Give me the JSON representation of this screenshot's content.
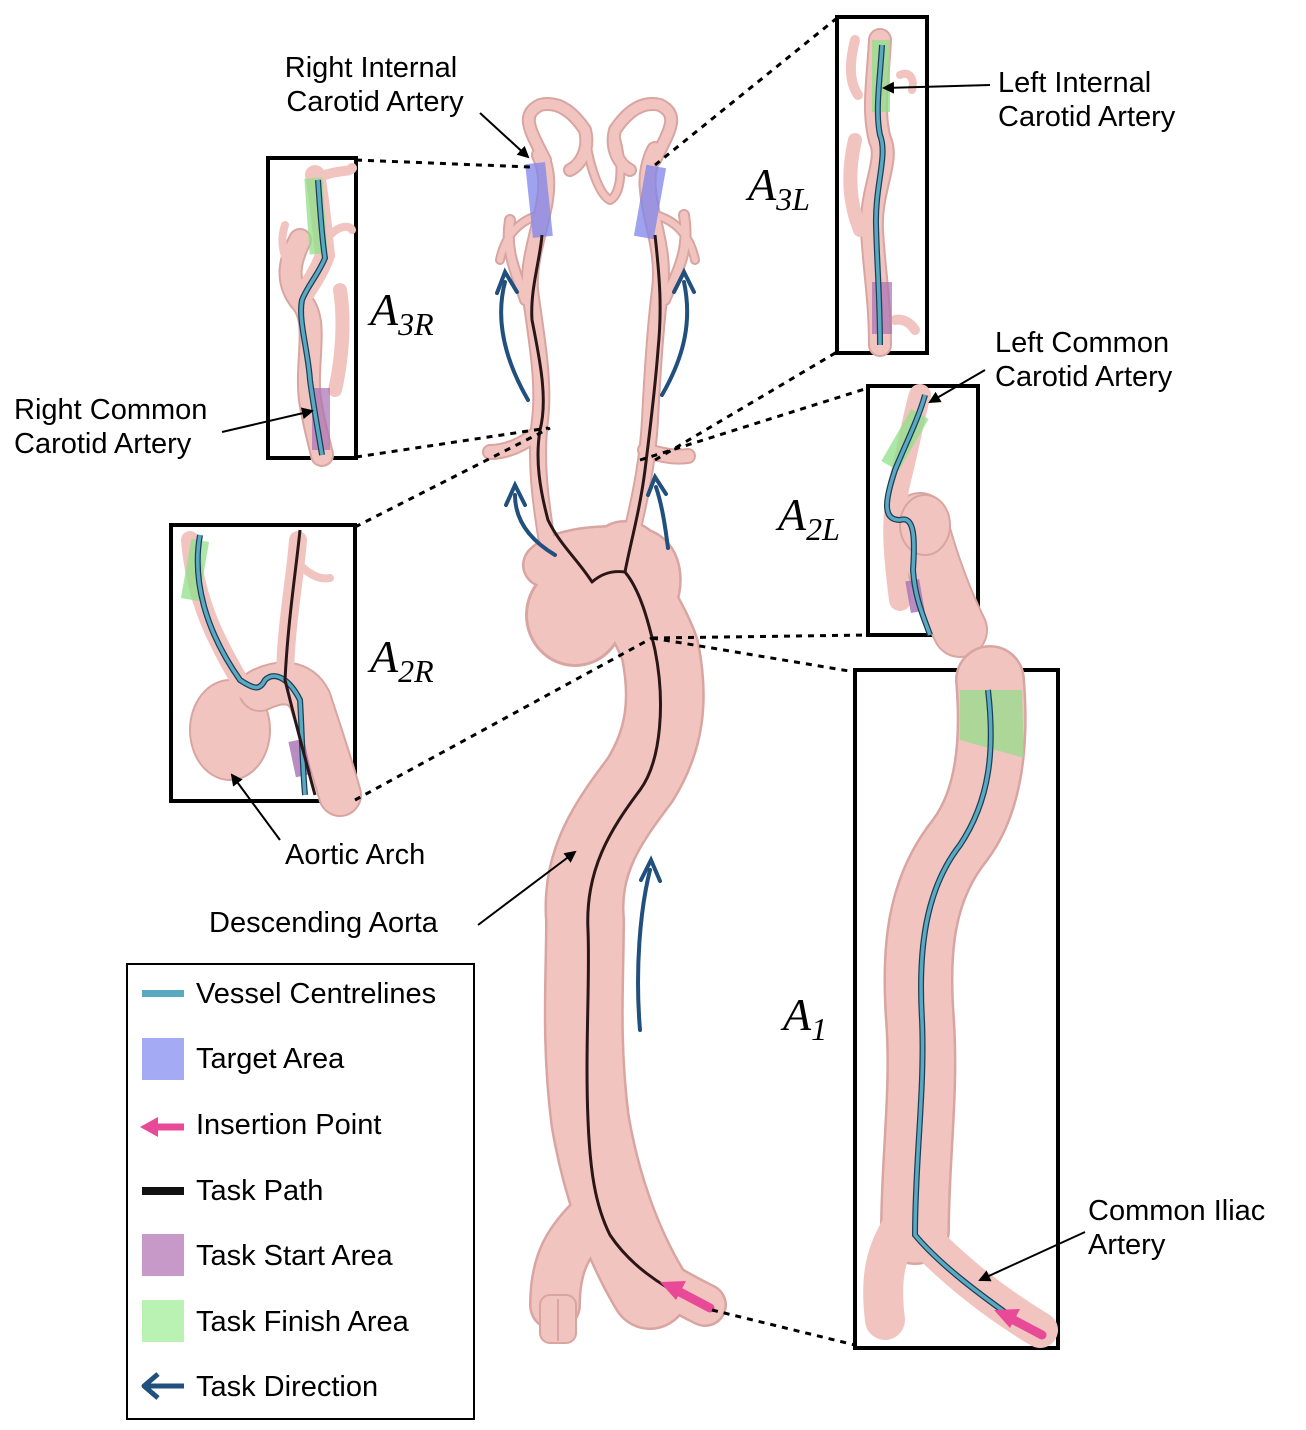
{
  "labels": {
    "right_internal_carotid": [
      "Right Internal",
      "Carotid Artery"
    ],
    "left_internal_carotid": [
      "Left Internal",
      "Carotid Artery"
    ],
    "right_common_carotid": [
      "Right Common",
      "Carotid Artery"
    ],
    "left_common_carotid": [
      "Left Common",
      "Carotid Artery"
    ],
    "aortic_arch": "Aortic Arch",
    "descending_aorta": "Descending Aorta",
    "common_iliac": [
      "Common Iliac",
      "Artery"
    ]
  },
  "insets": {
    "a1": {
      "main": "A",
      "sub": "1"
    },
    "a2r": {
      "main": "A",
      "sub": "2R"
    },
    "a2l": {
      "main": "A",
      "sub": "2L"
    },
    "a3r": {
      "main": "A",
      "sub": "3R"
    },
    "a3l": {
      "main": "A",
      "sub": "3L"
    }
  },
  "legend": [
    {
      "label": "Vessel Centrelines",
      "icon": "centreline-swatch",
      "color": "#5aa9c2"
    },
    {
      "label": "Target Area",
      "icon": "target-area-swatch",
      "color": "#a4aaf4"
    },
    {
      "label": "Insertion Point",
      "icon": "insertion-arrow-icon",
      "color": "#e94a98"
    },
    {
      "label": "Task Path",
      "icon": "task-path-swatch",
      "color": "#111111"
    },
    {
      "label": "Task Start Area",
      "icon": "start-area-swatch",
      "color": "#c799c9"
    },
    {
      "label": "Task Finish Area",
      "icon": "finish-area-swatch",
      "color": "#b9f2b3"
    },
    {
      "label": "Task Direction",
      "icon": "direction-arrow-icon",
      "color": "#22507e"
    }
  ],
  "colors": {
    "vessel": "#f2c4c0",
    "vessel_stroke": "#d9a5a1",
    "path": "#2a1616",
    "centreline": "#5aa9c2",
    "target": "#7f84ea",
    "start": "#a870b3",
    "finish": "#8fe089",
    "insertion": "#e94a98",
    "direction": "#22507e"
  }
}
